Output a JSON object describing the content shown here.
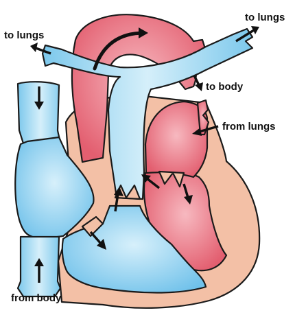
{
  "labels": {
    "top_left": "to lungs",
    "top_right": "to lungs",
    "aorta_out": "to body",
    "pulmonary_in": "from lungs",
    "bottom_left": "from body"
  },
  "colors": {
    "oxygenated": "#e8717f",
    "deoxygenated": "#8fd0ee",
    "muscle": "#f3c0a6",
    "outline": "#1a1a1a",
    "arrow": "#111111"
  }
}
